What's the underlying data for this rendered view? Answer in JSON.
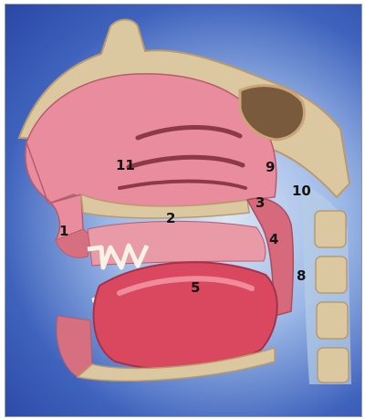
{
  "labels": {
    "l1": "1",
    "l2": "2",
    "l3": "3",
    "l4": "4",
    "l5": "5",
    "l8": "8",
    "l9": "9",
    "l10": "10",
    "l11": "11"
  },
  "colors": {
    "background_blue": "#3f63bd",
    "background_glow": "#dbe6f6",
    "flesh_pink": "#e98c9d",
    "tongue_red": "#d9485f",
    "bone_tan": "#dcc8a0",
    "spine_blue": "#b7cde6"
  }
}
